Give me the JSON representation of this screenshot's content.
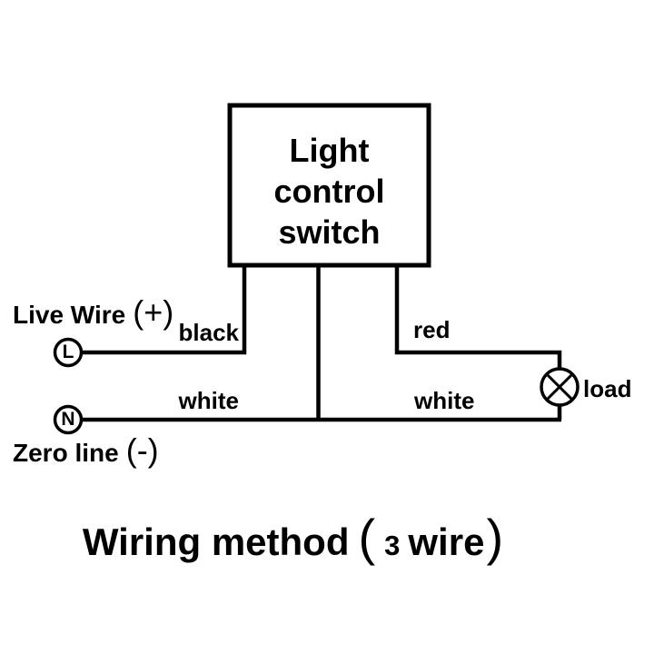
{
  "colors": {
    "line": "#000000",
    "background": "#ffffff"
  },
  "switch_box": {
    "label": "Light control switch"
  },
  "terminals": {
    "live": {
      "label": "Live Wire",
      "polarity": "(+)",
      "letter": "L"
    },
    "neutral": {
      "label": "Zero line",
      "polarity": "(-)",
      "letter": "N"
    }
  },
  "wire_labels": {
    "black": "black",
    "red": "red",
    "white_left": "white",
    "white_right": "white"
  },
  "load": {
    "label": "load"
  },
  "title": {
    "prefix": "Wiring method",
    "open_paren": "(",
    "wire_count": "3",
    "unit": "wire",
    "close_paren": ")"
  }
}
